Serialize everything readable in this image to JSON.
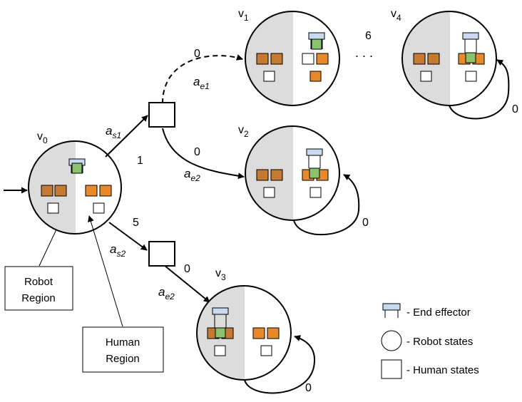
{
  "states": {
    "v0": {
      "label": "v",
      "sub": "0"
    },
    "v1": {
      "label": "v",
      "sub": "1"
    },
    "v2": {
      "label": "v",
      "sub": "2"
    },
    "v3": {
      "label": "v",
      "sub": "3"
    },
    "v4": {
      "label": "v",
      "sub": "4"
    }
  },
  "actions": {
    "as1": {
      "label": "a",
      "sub": "s1"
    },
    "as2": {
      "label": "a",
      "sub": "s2"
    },
    "ae1": {
      "label": "a",
      "sub": "e1"
    },
    "ae2_top": {
      "label": "a",
      "sub": "e2"
    },
    "ae2_bottom": {
      "label": "a",
      "sub": "e2"
    }
  },
  "costs": {
    "v0_to_s1": "1",
    "v0_to_s2": "5",
    "s1_to_v1": "0",
    "s1_to_v2": "0",
    "s2_to_v3": "0",
    "v1_to_v4": "6",
    "v2_loop": "0",
    "v3_loop": "0",
    "v4_loop": "0"
  },
  "ellipsis": ". . .",
  "callouts": {
    "robot_region": [
      "Robot",
      "Region"
    ],
    "human_region": [
      "Human",
      "Region"
    ]
  },
  "legend": {
    "end_effector": "- End effector",
    "robot_states": "- Robot states",
    "human_states": "- Human states"
  },
  "colors": {
    "robot_half": "#dcdcdc",
    "block_robot": "#c47a33",
    "block_human": "#e8892c",
    "block_green": "#8cc26b",
    "effector": "#c8daf0"
  }
}
